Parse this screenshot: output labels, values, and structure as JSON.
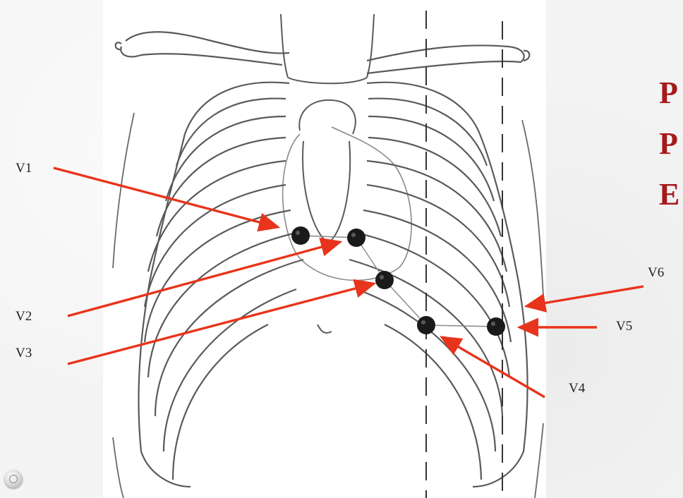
{
  "title_letters": [
    "P",
    "P",
    "E"
  ],
  "leads": [
    {
      "id": "v1",
      "label": "V1"
    },
    {
      "id": "v2",
      "label": "V2"
    },
    {
      "id": "v3",
      "label": "V3"
    },
    {
      "id": "v4",
      "label": "V4"
    },
    {
      "id": "v5",
      "label": "V5"
    },
    {
      "id": "v6",
      "label": "V6"
    }
  ],
  "colors": {
    "arrow": "#e8341c",
    "title": "#a5191b",
    "electrode": "#1a1a1a",
    "outline": "#5a5a5a"
  },
  "icons": {
    "corner_button": "circle-button-icon"
  }
}
